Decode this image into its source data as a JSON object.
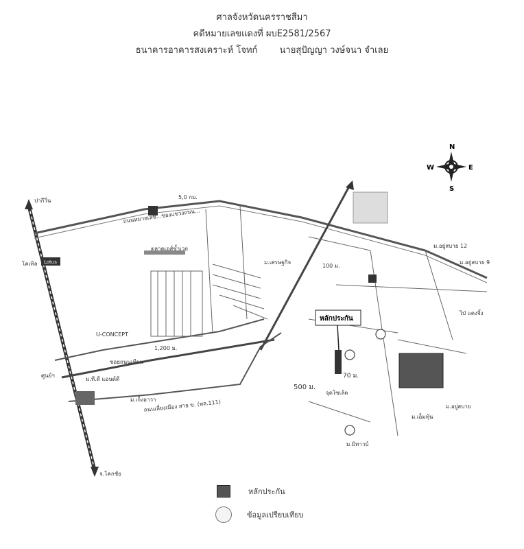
{
  "header": {
    "court": "ศาลจังหวัดนครราชสีมา",
    "case_number": "คดีหมายเลขแดงที่ ผบE2581/2567",
    "plaintiff": "ธนาคารอาคารสงเคราะห์ โจทก์",
    "defendant": "นายสุปัญญา วงษ์จนา จำเลย"
  },
  "compass": {
    "n": "N",
    "s": "S",
    "e": "E",
    "w": "W"
  },
  "map": {
    "collateral_label": "หลักประกัน",
    "dist_500": "500 ม.",
    "dist_1200": "1,200 ม.",
    "dist_100": "100 ม.",
    "dist_70": "70 ม.",
    "dist_50": "5,0 กม.",
    "road_top": "ถนนหมายเลข...ของแขวงถนน...",
    "road_bottom": "ถนนเลี่ยงเมือง สาย ข. (ทล.111)",
    "road_mid": "ซอยถนนเทียน",
    "ucon": "U-CONCEPT",
    "lotus": "Lotus",
    "market": "ตลาดเอส์ซ้ำเวย",
    "place_left": "ม.ที.ดี แอนด์ดี",
    "label_topleft": "ปากีวิ่น",
    "label_left1": "โคเทิล",
    "label_left2": "ศูนย์ฯ",
    "label_bottom": "จ.โคกชัย",
    "label_right1": "ม.อยู่สบาย 12",
    "label_right2": "ม.อยู่สบาย 9",
    "label_right3": "ไป่ แคงจิ้ง",
    "label_mid1": "ม.เศรษฐกิจ",
    "label_mid2": "จุดโซเล้ต",
    "label_mid3": "ม.มิทาวบ์",
    "label_mid4": "ม.เอ็มทุ้น",
    "label_mid5": "ม.อยู่สบาย",
    "label_mid6": "ม.เจ็งอาวา"
  },
  "legend": {
    "collateral": "หลักประกัน",
    "comparison": "ข้อมูลเปรียบเทียบ"
  }
}
